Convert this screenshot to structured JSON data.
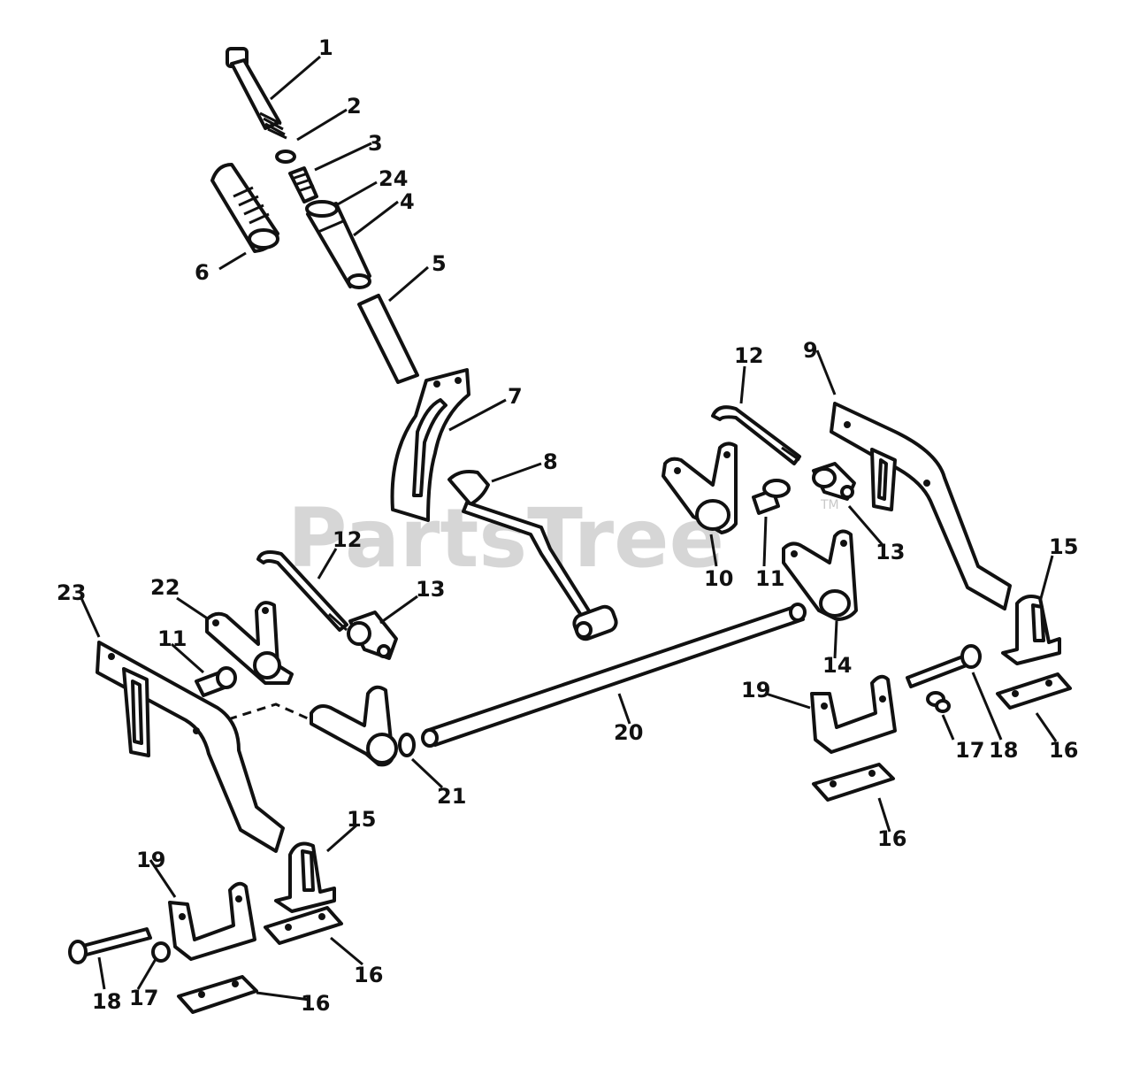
{
  "watermark": {
    "text": "PartsTree",
    "tm": "TM"
  },
  "callouts": [
    "1",
    "2",
    "3",
    "24",
    "4",
    "5",
    "6",
    "7",
    "8",
    "12",
    "9",
    "13",
    "10",
    "11",
    "15",
    "23",
    "22",
    "12",
    "13",
    "11",
    "14",
    "19",
    "17",
    "18",
    "16",
    "20",
    "21",
    "16",
    "15",
    "19",
    "16",
    "18",
    "17",
    "16"
  ]
}
